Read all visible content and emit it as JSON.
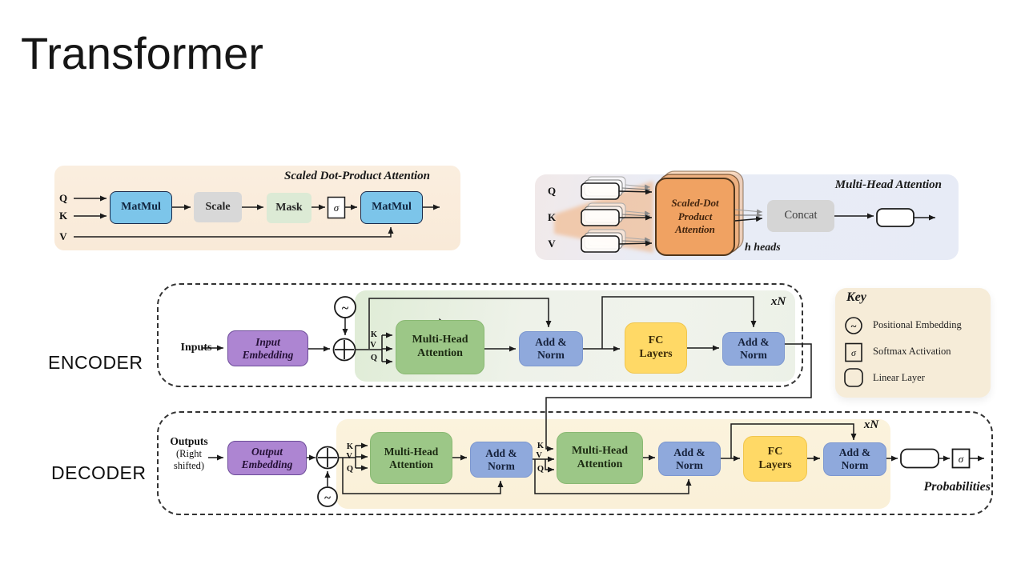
{
  "slide": {
    "title": "Transformer"
  },
  "sdpa": {
    "title": "Scaled Dot-Product Attention",
    "q": "Q",
    "k": "K",
    "v": "V",
    "matmul_1": "MatMul",
    "scale": "Scale",
    "mask": "Mask",
    "sigma": "σ",
    "matmul_2": "MatMul"
  },
  "mha": {
    "title": "Multi-Head Attention",
    "q": "Q",
    "k": "K",
    "v": "V",
    "block_line1": "Scaled-Dot",
    "block_line2": "Product",
    "block_line3": "Attention",
    "h_heads": "h heads",
    "concat": "Concat"
  },
  "encoder": {
    "side_label": "ENCODER",
    "inputs": "Inputs",
    "tilde": "~",
    "emb_line1": "Input",
    "emb_line2": "Embedding",
    "k": "K",
    "v": "V",
    "q": "Q",
    "mha_line1": "Multi-Head",
    "mha_line2": "Attention",
    "addnorm1_line1": "Add &",
    "addnorm1_line2": "Norm",
    "fc_line1": "FC",
    "fc_line2": "Layers",
    "addnorm2_line1": "Add &",
    "addnorm2_line2": "Norm",
    "xn": "xN"
  },
  "decoder": {
    "side_label": "DECODER",
    "outputs_line1": "Outputs",
    "outputs_line2": "(Right",
    "outputs_line3": "shifted)",
    "tilde": "~",
    "emb_line1": "Output",
    "emb_line2": "Embedding",
    "k1": "K",
    "v1": "V",
    "q1": "Q",
    "mha1_line1": "Multi-Head",
    "mha1_line2": "Attention",
    "addnorm1_line1": "Add &",
    "addnorm1_line2": "Norm",
    "k2": "K",
    "v2": "V",
    "q2": "Q",
    "mha2_line1": "Multi-Head",
    "mha2_line2": "Attention",
    "addnorm2_line1": "Add &",
    "addnorm2_line2": "Norm",
    "fc_line1": "FC",
    "fc_line2": "Layers",
    "addnorm3_line1": "Add &",
    "addnorm3_line2": "Norm",
    "xn": "xN",
    "sigma": "σ",
    "probabilities": "Probabilities"
  },
  "key": {
    "title": "Key",
    "items": [
      {
        "symbol": "~",
        "label": "Positional Embedding"
      },
      {
        "symbol": "σ",
        "label": "Softmax Activation"
      },
      {
        "symbol": "",
        "label": "Linear Layer"
      }
    ]
  },
  "colors": {
    "peach_panel": "#FAEDDE",
    "lavender_panel": "#E9ECF6",
    "blue_box": "#7CC5EA",
    "gray_box": "#D8D8D8",
    "mask_green": "#DCEAD5",
    "orange_box": "#F0A262",
    "green_box": "#9CC787",
    "addnorm_blue": "#8FA9DC",
    "fc_yellow": "#FFD966",
    "purple_box": "#AD85D2",
    "key_cream": "#F6ECD8",
    "decoder_cream": "#FBF2DC"
  }
}
